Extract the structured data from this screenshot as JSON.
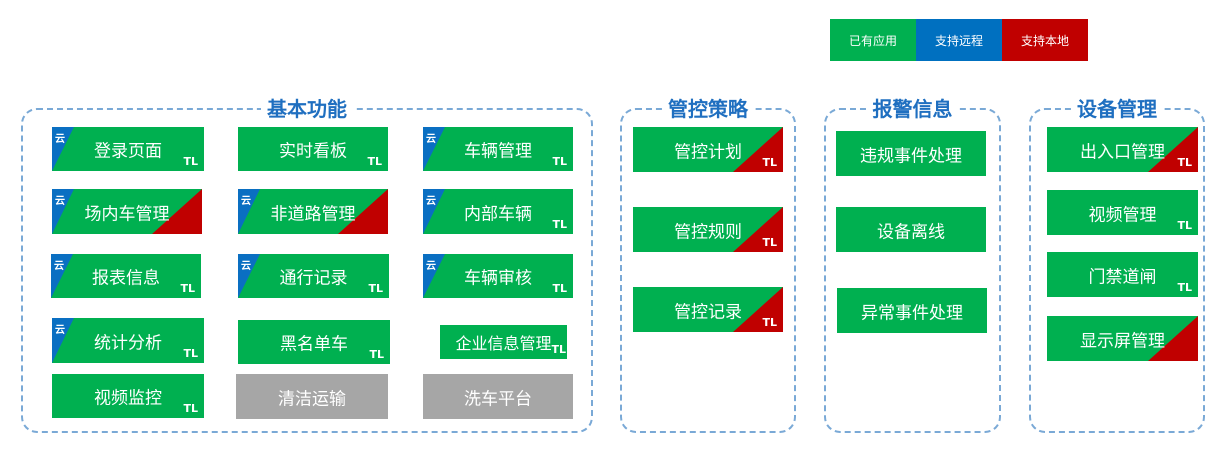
{
  "colors": {
    "installed": "#00b050",
    "remote": "#0070c0",
    "local": "#c00000",
    "pending": "#a6a6a6"
  },
  "legend": {
    "installed": "已有应用",
    "remote": "支持远程",
    "local": "支持本地"
  },
  "tag": {
    "tl": "TL",
    "cloud": "云"
  },
  "groups": {
    "basic": {
      "title": "基本功能",
      "tiles": [
        "登录页面",
        "实时看板",
        "车辆管理",
        "场内车管理",
        "非道路管理",
        "内部车辆",
        "报表信息",
        "通行记录",
        "车辆审核",
        "统计分析",
        "黑名单车",
        "企业信息管理",
        "视频监控",
        "清洁运输",
        "洗车平台"
      ]
    },
    "control": {
      "title": "管控策略",
      "tiles": [
        "管控计划",
        "管控规则",
        "管控记录"
      ]
    },
    "alarm": {
      "title": "报警信息",
      "tiles": [
        "违规事件处理",
        "设备离线",
        "异常事件处理"
      ]
    },
    "device": {
      "title": "设备管理",
      "tiles": [
        "出入口管理",
        "视频管理",
        "门禁道闸",
        "显示屏管理"
      ]
    }
  }
}
